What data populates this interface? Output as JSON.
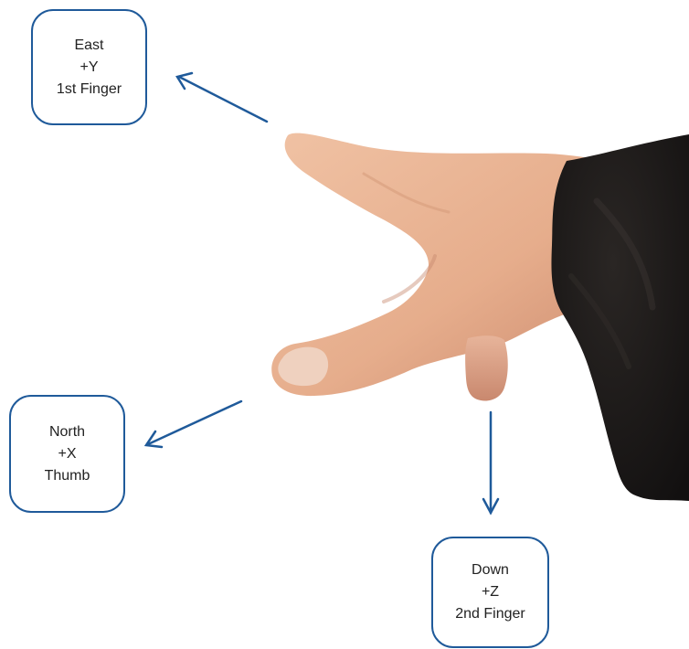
{
  "labels": {
    "east": {
      "direction": "East",
      "axis": "+Y",
      "finger": "1st Finger"
    },
    "north": {
      "direction": "North",
      "axis": "+X",
      "finger": "Thumb"
    },
    "down": {
      "direction": "Down",
      "axis": "+Z",
      "finger": "2nd Finger"
    }
  },
  "colors": {
    "border": "#1f5a9a",
    "arrow": "#1f5a9a",
    "text": "#222222",
    "skin": "#e8b393",
    "skin_shadow": "#c98d70",
    "sleeve": "#1b1817"
  },
  "image": {
    "subject": "right-hand-coordinate-photo"
  }
}
